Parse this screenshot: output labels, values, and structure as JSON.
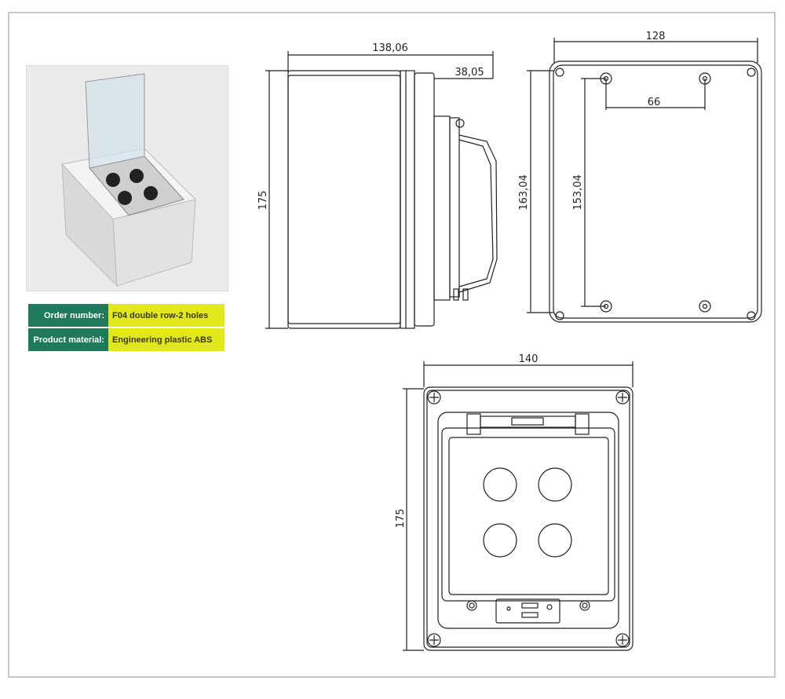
{
  "spec_table": {
    "rows": [
      {
        "label": "Order number:",
        "value": "F04 double row-2 holes"
      },
      {
        "label": "Product material:",
        "value": "Engineering plastic ABS"
      }
    ]
  },
  "side_view": {
    "overall_depth": "138,06",
    "lid_depth": "38,05",
    "height": "175"
  },
  "back_view": {
    "width": "128",
    "height": "163,04",
    "mount_height": "153,04",
    "mount_spacing": "66"
  },
  "front_view": {
    "width": "140",
    "height": "175"
  },
  "colors": {
    "label_bg": "#1f7a5a",
    "value_bg": "#e3e81a",
    "line": "#222222"
  }
}
